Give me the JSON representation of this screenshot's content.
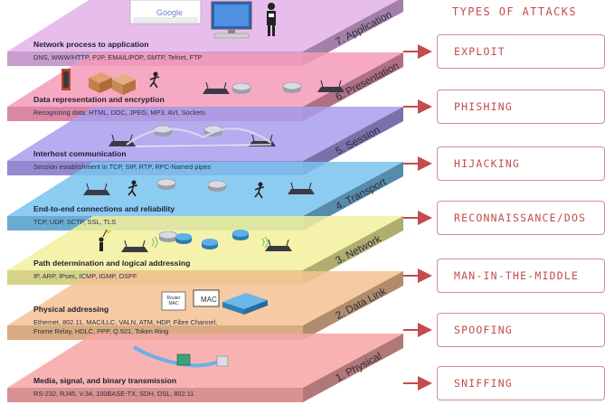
{
  "attacks_heading": "TYPES OF ATTACKS",
  "google_logo": "Google",
  "mac_label": "MAC",
  "router_mac_label": "Router MAC",
  "colors": {
    "application": "#e3b2e9",
    "presentation": "#f59ab8",
    "session": "#a99ded",
    "transport": "#78c3ee",
    "network": "#f3f09c",
    "datalink": "#f5c294",
    "physical": "#f7a5a5",
    "attack_red": "#c44c4c"
  },
  "layers": [
    {
      "key": "application",
      "name": "7. Application",
      "title": "Network process to application",
      "desc": [
        "DNS, WWW/HTTP, P2P, EMAIL/POP, SMTP, Telnet, FTP"
      ],
      "attack": "EXPLOIT"
    },
    {
      "key": "presentation",
      "name": "6. Presentation",
      "title": "Data representation and encryption",
      "desc": [
        "Recognizing data: HTML, DOC, JPEG, MP3, AVI, Sockets"
      ],
      "attack": "PHISHING"
    },
    {
      "key": "session",
      "name": "5. Session",
      "title": "Interhost communication",
      "desc": [
        "Session establishment in TCP, SIP, RTP, RPC-Named pipes"
      ],
      "attack": "HIJACKING"
    },
    {
      "key": "transport",
      "name": "4. Transport",
      "title": "End-to-end connections and reliability",
      "desc": [
        "TCP, UDP, SCTP, SSL, TLS"
      ],
      "attack": "RECONNAISSANCE/DOS"
    },
    {
      "key": "network",
      "name": "3. Network",
      "title": "Path determination and logical addressing",
      "desc": [
        "IP, ARP, IPsec, ICMP, IGMP, OSPF"
      ],
      "attack": "MAN-IN-THE-MIDDLE"
    },
    {
      "key": "datalink",
      "name": "2. Data Link",
      "title": "Physical addressing",
      "desc": [
        "Ethernet, 802.11, MAC/LLC, VALN, ATM, HDP, Fibre Channel,",
        "Frame Relay, HDLC,  PPP, Q.921, Token Ring"
      ],
      "attack": "SPOOFING"
    },
    {
      "key": "physical",
      "name": "1. Physical",
      "title": "Media, signal, and binary transmission",
      "desc": [
        "RS-232, RJ45, V.34, 100BASE-TX, SDH, DSL, 802.11"
      ],
      "attack": "SNIFFING"
    }
  ]
}
